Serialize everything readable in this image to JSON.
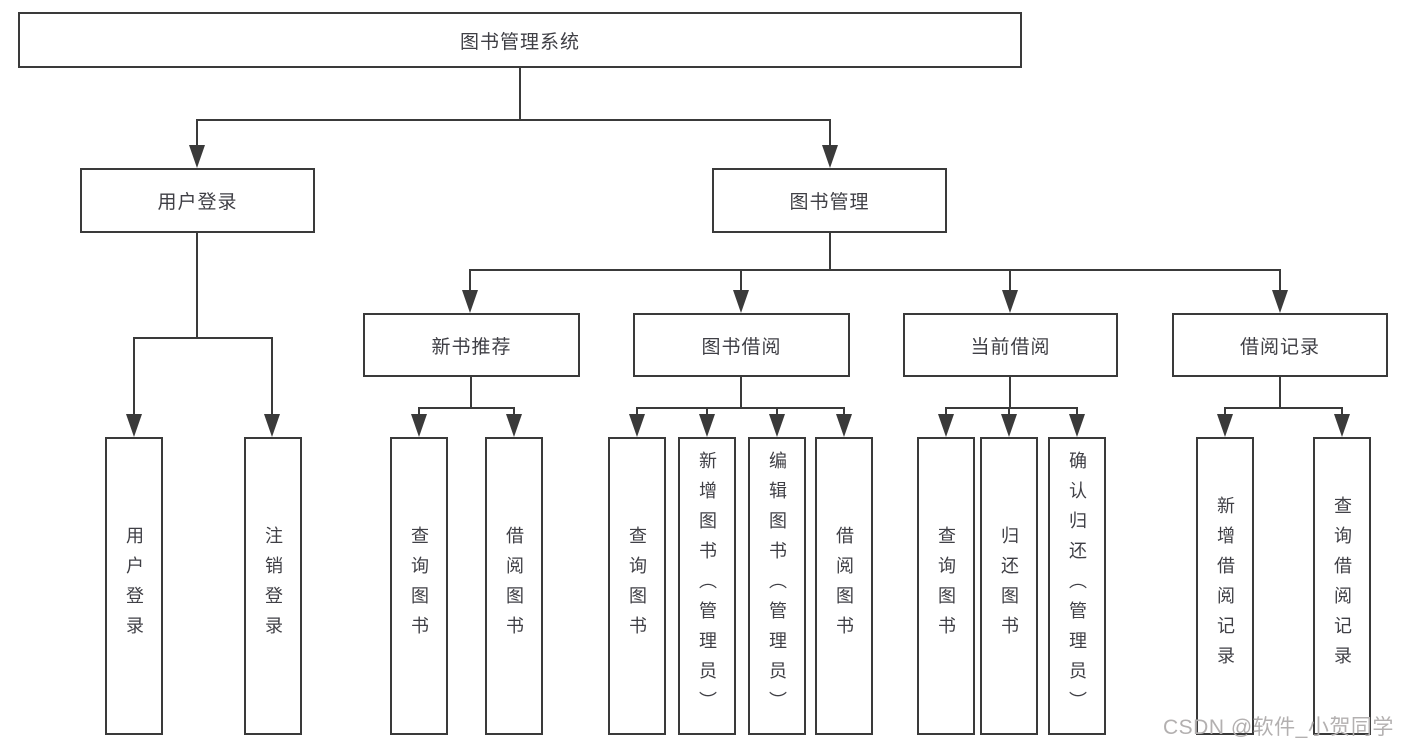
{
  "diagram": {
    "tree": {
      "label": "图书管理系统",
      "children": [
        {
          "label": "用户登录",
          "children": [
            "用户登录",
            "注销登录"
          ]
        },
        {
          "label": "图书管理",
          "children": [
            {
              "label": "新书推荐",
              "children": [
                "查询图书",
                "借阅图书"
              ]
            },
            {
              "label": "图书借阅",
              "children": [
                "查询图书",
                "新增图书（管理员）",
                "编辑图书（管理员）",
                "借阅图书"
              ]
            },
            {
              "label": "当前借阅",
              "children": [
                "查询图书",
                "归还图书",
                "确认归还（管理员）"
              ]
            },
            {
              "label": "借阅记录",
              "children": [
                "新增借阅记录",
                "查询借阅记录"
              ]
            }
          ]
        }
      ]
    }
  },
  "watermark": {
    "text": "CSDN @软件_小贺同学"
  },
  "colors": {
    "line": "#3a3a3a",
    "text": "#3f3f45",
    "watermark": "#b3b0b0",
    "background": "#ffffff"
  }
}
